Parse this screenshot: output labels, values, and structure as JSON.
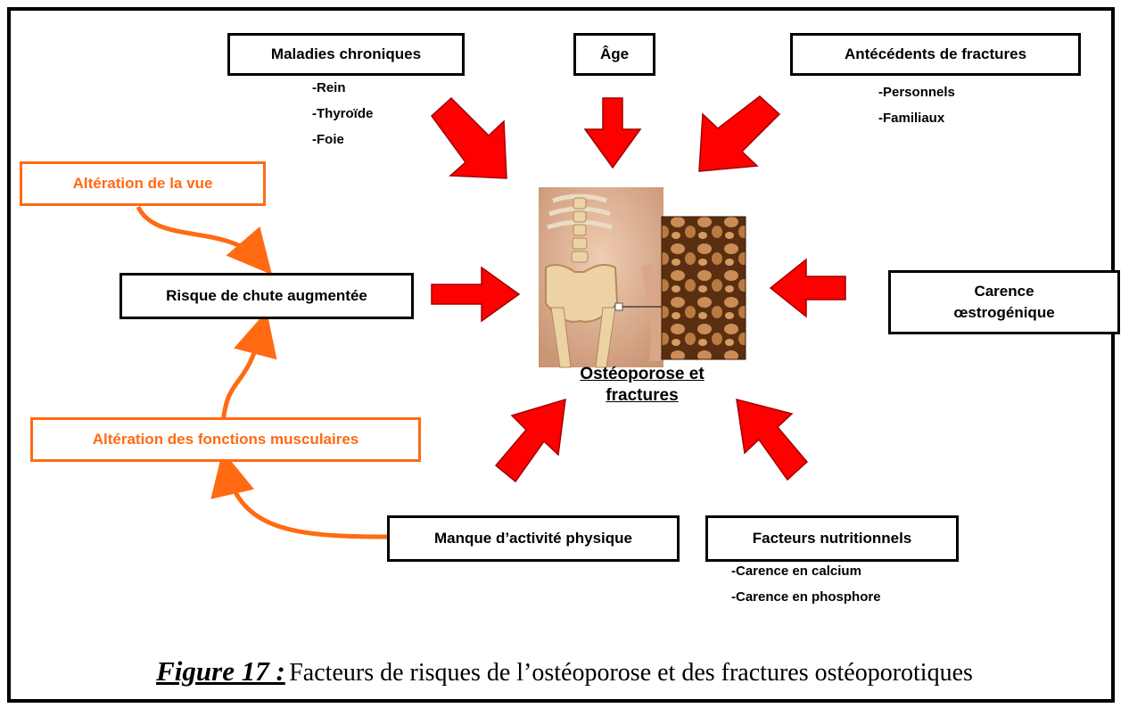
{
  "figure": {
    "label": "Figure 17 :",
    "text": "Facteurs de risques de l’ostéoporose et des fractures ostéoporotiques"
  },
  "center": {
    "title_line1": "Ostéoporose et",
    "title_line2": "fractures"
  },
  "boxes": {
    "maladies": "Maladies chroniques",
    "age": "Âge",
    "antecedents": "Antécédents de fractures",
    "vue": "Altération de la vue",
    "chute": "Risque de chute augmentée",
    "carence_line1": "Carence",
    "carence_line2": "œstrogénique",
    "musculaires": "Altération des fonctions musculaires",
    "activite": "Manque d’activité physique",
    "nutritionnels": "Facteurs nutritionnels"
  },
  "lists": {
    "maladies": [
      "Rein",
      "Thyroïde",
      "Foie"
    ],
    "antecedents": [
      "Personnels",
      "Familiaux"
    ],
    "nutritionnels": [
      "Carence en calcium",
      "Carence en phosphore"
    ]
  },
  "colors": {
    "arrow_red": "#ff0000",
    "orange": "#ff6a13",
    "bone": "#e8c79a",
    "skin": "#dcae8e",
    "spongy_bone": "#6b3a17"
  },
  "icons": {
    "center_image": "skeleton-pelvis-and-spongy-bone-illustration"
  }
}
